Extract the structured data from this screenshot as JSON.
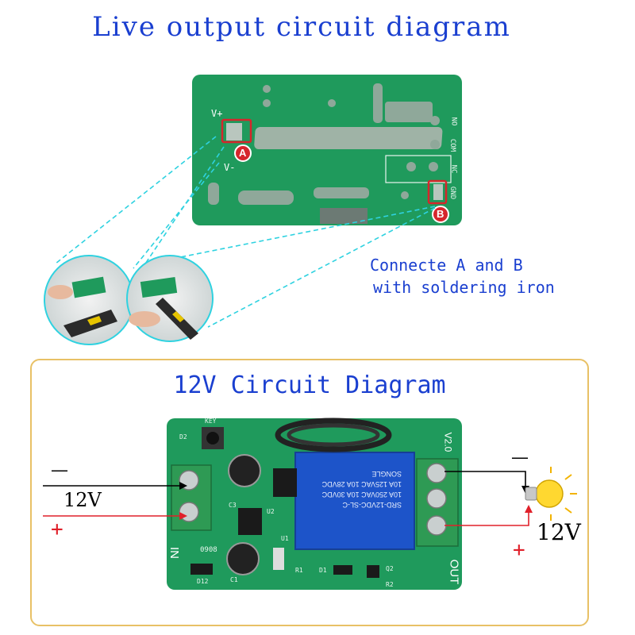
{
  "top": {
    "title": "Live output circuit diagram",
    "pcb_labels": [
      "V+",
      "V-",
      "NO",
      "COM",
      "NC",
      "GND"
    ],
    "marker_a": "A",
    "marker_b": "B",
    "note_line1": "Connecte A and B",
    "note_line2": "with soldering iron"
  },
  "bottom": {
    "title": "12V Circuit Diagram",
    "input": {
      "minus": "—",
      "voltage": "12V",
      "plus": "+"
    },
    "output": {
      "minus": "—",
      "voltage": "12V",
      "plus": "+"
    },
    "board_labels": {
      "in": "IN",
      "out": "OUT",
      "v20": "V2.0",
      "key": "KEY",
      "relay_lines": [
        "SRD-12VDC-SL-C",
        "10A 250VAC 10A 30VDC",
        "10A 125VAC 10A 28VDC",
        "SONGLE"
      ],
      "d2": "D2",
      "c3": "C3",
      "u2": "U2",
      "u1": "U1",
      "c1": "C1",
      "d12": "D12",
      "d1": "D1",
      "r1": "R1",
      "r2": "R2",
      "q2": "Q2",
      "date": "0908"
    }
  },
  "colors": {
    "title_blue": "#1a3fd0",
    "pcb_green": "#1f9a5c",
    "marker_red": "#d6262c",
    "dashed_cyan": "#2fd2e0",
    "frame_gold": "#e8c166",
    "relay_blue": "#1d54c9",
    "wire_red": "#e0202a"
  }
}
